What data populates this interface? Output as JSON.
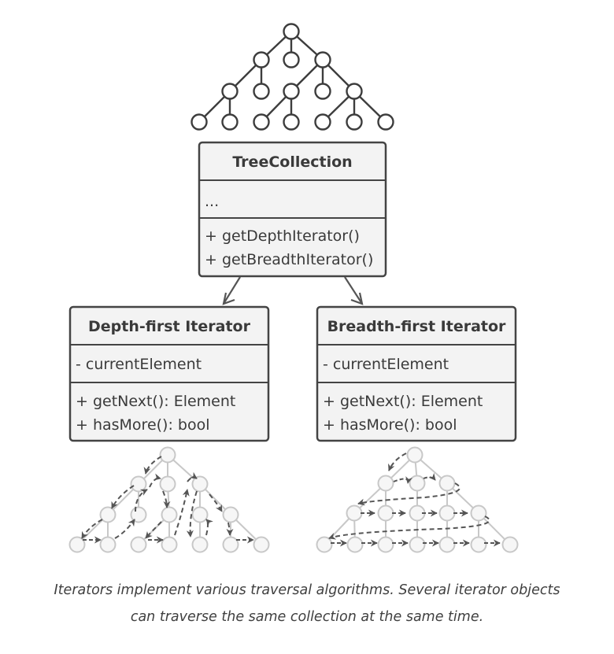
{
  "classes": {
    "tree_collection": {
      "name": "TreeCollection",
      "fields": [
        "..."
      ],
      "methods": [
        "+ getDepthIterator()",
        "+ getBreadthIterator()"
      ]
    },
    "depth_iterator": {
      "name": "Depth-first Iterator",
      "fields": [
        "- currentElement"
      ],
      "methods": [
        "+ getNext(): Element",
        "+ hasMore(): bool"
      ]
    },
    "breadth_iterator": {
      "name": "Breadth-first Iterator",
      "fields": [
        "- currentElement"
      ],
      "methods": [
        "+ getNext(): Element",
        "+ hasMore(): bool"
      ]
    }
  },
  "caption": {
    "line1": "Iterators implement various traversal algorithms. Several iterator objects",
    "line2": "can traverse the same collection at the same time."
  },
  "colors": {
    "box_fill": "#f3f3f3",
    "box_stroke": "#444444",
    "tree_stroke": "#3d3d3d",
    "faded_tree": "#c8c8c8",
    "dashed_arrow": "#555555"
  }
}
